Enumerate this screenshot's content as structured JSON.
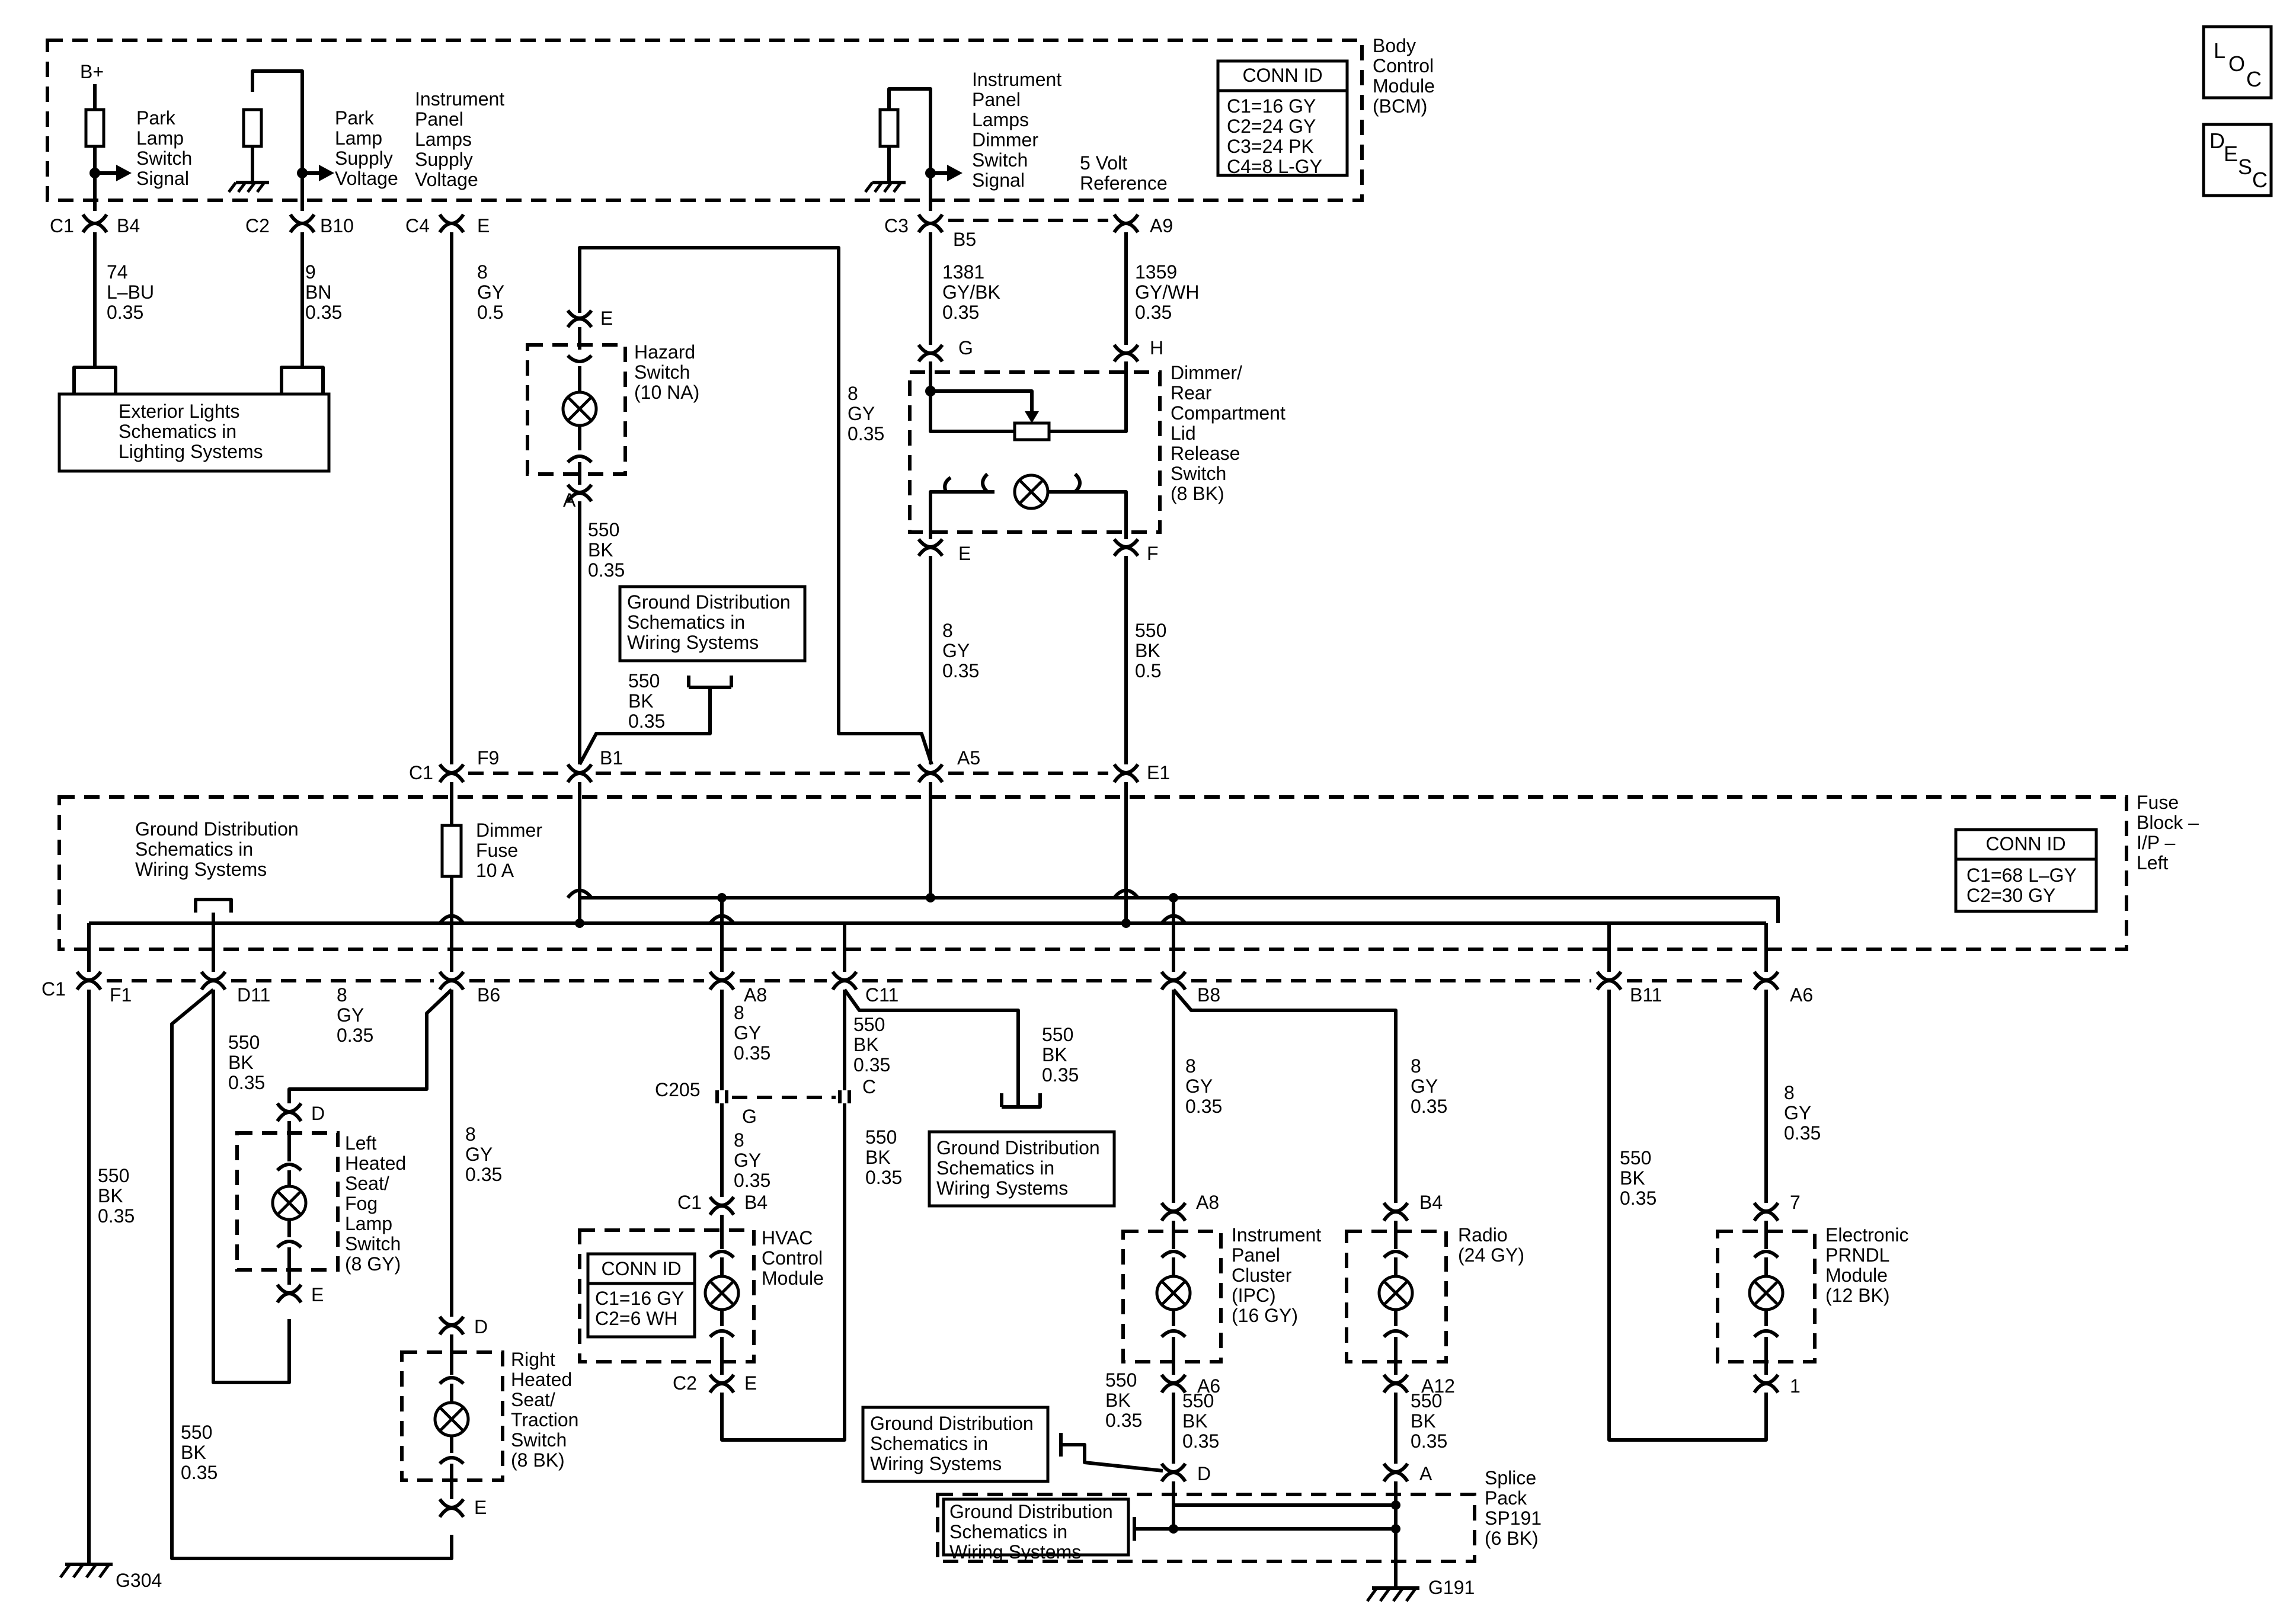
{
  "icons": {
    "loc": "location-icon",
    "desc": "description-icon",
    "lamp": "lamp-bulb-icon",
    "ground": "ground-symbol-icon"
  },
  "bcm": {
    "title": [
      "Body",
      "Control",
      "Module",
      "(BCM)"
    ],
    "conn_title": "CONN ID",
    "conn_rows": [
      "C1=16 GY",
      "C2=24 GY",
      "C3=24 PK",
      "C4=8 L-GY"
    ],
    "bplus": "B+",
    "sig_park_switch": [
      "Park",
      "Lamp",
      "Switch",
      "Signal"
    ],
    "sig_park_supply": [
      "Park",
      "Lamp",
      "Supply",
      "Voltage"
    ],
    "sig_ip_supply": [
      "Instrument",
      "Panel",
      "Lamps",
      "Supply",
      "Voltage"
    ],
    "sig_dimmer": [
      "Instrument",
      "Panel",
      "Lamps",
      "Dimmer",
      "Switch",
      "Signal"
    ],
    "sig_5v": [
      "5 Volt",
      "Reference"
    ]
  },
  "loc_icon": {
    "l": "L",
    "o": "O",
    "c": "C"
  },
  "desc_icon": {
    "d": "D",
    "e": "E",
    "s": "S",
    "c": "C"
  },
  "pins": {
    "c1": "C1",
    "b4": "B4",
    "c2": "C2",
    "b10": "B10",
    "c4": "C4",
    "e": "E",
    "c3": "C3",
    "b5": "B5",
    "a9": "A9",
    "g": "G",
    "h": "H",
    "ef": "E",
    "f": "F",
    "hz_e": "E",
    "hz_a": "A",
    "fb_c1": "C1",
    "f9": "F9",
    "b1": "B1",
    "a5": "A5",
    "e1": "E1",
    "bot_c1": "C1",
    "f1": "F1",
    "d11": "D11",
    "b6": "B6",
    "a8": "A8",
    "c11": "C11",
    "b8": "B8",
    "b11": "B11",
    "a6": "A6",
    "c205": "C205",
    "c": "C",
    "g2": "G",
    "hv_c1": "C1",
    "hv_b4": "B4",
    "hv_c2": "C2",
    "hv_e": "E",
    "ls_d": "D",
    "ls_e": "E",
    "rs_d": "D",
    "rs_e": "E",
    "ipc_a8": "A8",
    "ipc_a6": "A6",
    "rad_b4": "B4",
    "rad_a12": "A12",
    "prn_7": "7",
    "prn_1": "1",
    "sp_d": "D",
    "sp_a": "A",
    "g304": "G304",
    "g191": "G191"
  },
  "wires": {
    "w74": [
      "74",
      "L–BU",
      "0.35"
    ],
    "w9": [
      "9",
      "BN",
      "0.35"
    ],
    "w8a": [
      "8",
      "GY",
      "0.5"
    ],
    "w1381": [
      "1381",
      "GY/BK",
      "0.35"
    ],
    "w1359": [
      "1359",
      "GY/WH",
      "0.35"
    ],
    "w8b": [
      "8",
      "GY",
      "0.35"
    ],
    "w550a": [
      "550",
      "BK",
      "0.35"
    ],
    "w8c": [
      "8",
      "GY",
      "0.35"
    ],
    "w550b": [
      "550",
      "BK",
      "0.5"
    ],
    "w550c": [
      "550",
      "BK",
      "0.35"
    ],
    "w550d": [
      "550",
      "BK",
      "0.35"
    ],
    "w8d": [
      "8",
      "GY",
      "0.35"
    ],
    "w550e": [
      "550",
      "BK",
      "0.35"
    ],
    "w8e": [
      "8",
      "GY",
      "0.35"
    ],
    "w550f": [
      "550",
      "BK",
      "0.35"
    ],
    "w8f": [
      "8",
      "GY",
      "0.35"
    ],
    "w550g": [
      "550",
      "BK",
      "0.35"
    ],
    "w550h": [
      "550",
      "BK",
      "0.35"
    ],
    "w8g": [
      "8",
      "GY",
      "0.35"
    ],
    "w550i": [
      "550",
      "BK",
      "0.35"
    ],
    "w8h": [
      "8",
      "GY",
      "0.35"
    ],
    "w8i": [
      "8",
      "GY",
      "0.35"
    ],
    "w550j": [
      "550",
      "BK",
      "0.35"
    ],
    "w8j": [
      "8",
      "GY",
      "0.35"
    ],
    "w550k": [
      "550",
      "BK",
      "0.35"
    ],
    "w550l": [
      "550",
      "BK",
      "0.35"
    ],
    "w550m": [
      "550",
      "BK",
      "0.35"
    ]
  },
  "components": {
    "exterior": [
      "Exterior Lights",
      "Schematics in",
      "Lighting Systems"
    ],
    "hazard": [
      "Hazard",
      "Switch",
      "(10 NA)"
    ],
    "dimmer_sw": [
      "Dimmer/",
      "Rear",
      "Compartment",
      "Lid",
      "Release",
      "Switch",
      "(8 BK)"
    ],
    "gd1": [
      "Ground Distribution",
      "Schematics in",
      "Wiring Systems"
    ],
    "gd2": [
      "Ground Distribution",
      "Schematics in",
      "Wiring Systems"
    ],
    "gd3": [
      "Ground Distribution",
      "Schematics in",
      "Wiring Systems"
    ],
    "gd4": [
      "Ground Distribution",
      "Schematics in",
      "Wiring Systems"
    ],
    "gd5": [
      "Ground Distribution",
      "Schematics in",
      "Wiring Systems"
    ],
    "fuse_block": [
      "Fuse",
      "Block –",
      "I/P –",
      "Left"
    ],
    "fb_conn_title": "CONN ID",
    "fb_conn_rows": [
      "C1=68 L–GY",
      "C2=30 GY"
    ],
    "dimmer_fuse": [
      "Dimmer",
      "Fuse",
      "10 A"
    ],
    "left_seat": [
      "Left",
      "Heated",
      "Seat/",
      "Fog",
      "Lamp",
      "Switch",
      "(8 GY)"
    ],
    "right_seat": [
      "Right",
      "Heated",
      "Seat/",
      "Traction",
      "Switch",
      "(8 BK)"
    ],
    "hvac": [
      "HVAC",
      "Control",
      "Module"
    ],
    "hvac_conn_title": "CONN ID",
    "hvac_conn_rows": [
      "C1=16 GY",
      "C2=6 WH"
    ],
    "ipc": [
      "Instrument",
      "Panel",
      "Cluster",
      "(IPC)",
      "(16 GY)"
    ],
    "radio": [
      "Radio",
      "(24 GY)"
    ],
    "prndl": [
      "Electronic",
      "PRNDL",
      "Module",
      "(12 BK)"
    ],
    "splice": [
      "Splice",
      "Pack",
      "SP191",
      "(6 BK)"
    ]
  }
}
